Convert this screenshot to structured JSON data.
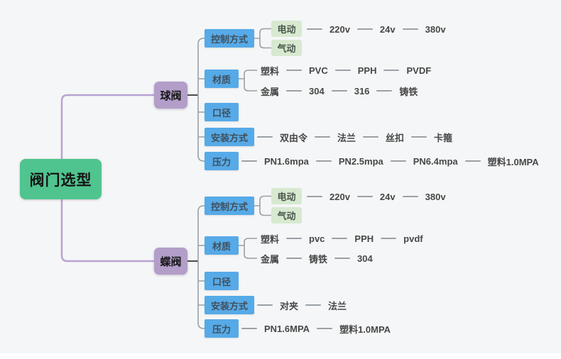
{
  "root": {
    "label": "阀门选型"
  },
  "colors": {
    "root_green": "#50c48e",
    "branch_purple": "#b29ec9",
    "node_blue": "#56aae8",
    "leaf_green": "#d7e9d0",
    "line_purple": "#b7a3d2",
    "line_gray": "#9aa0a6",
    "background": "#f5f6f7"
  },
  "branches": [
    {
      "label": "球阀",
      "children": [
        {
          "label": "控制方式",
          "groups": [
            {
              "label": "电动",
              "chain": [
                "220v",
                "24v",
                "380v"
              ]
            },
            {
              "label": "气动",
              "chain": []
            }
          ]
        },
        {
          "label": "材质",
          "groups": [
            {
              "label": "塑料",
              "chain": [
                "PVC",
                "PPH",
                "PVDF"
              ]
            },
            {
              "label": "金属",
              "chain": [
                "304",
                "316",
                "铸铁"
              ]
            }
          ]
        },
        {
          "label": "口径"
        },
        {
          "label": "安装方式",
          "chain": [
            "双由令",
            "法兰",
            "丝扣",
            "卡箍"
          ]
        },
        {
          "label": "压力",
          "chain": [
            "PN1.6mpa",
            "PN2.5mpa",
            "PN6.4mpa",
            "塑料1.0MPA"
          ]
        }
      ]
    },
    {
      "label": "蝶阀",
      "children": [
        {
          "label": "控制方式",
          "groups": [
            {
              "label": "电动",
              "chain": [
                "220v",
                "24v",
                "380v"
              ]
            },
            {
              "label": "气动",
              "chain": []
            }
          ]
        },
        {
          "label": "材质",
          "groups": [
            {
              "label": "塑料",
              "chain": [
                "pvc",
                "PPH",
                "pvdf"
              ]
            },
            {
              "label": "金属",
              "chain": [
                "铸铁",
                "304"
              ]
            }
          ]
        },
        {
          "label": "口径"
        },
        {
          "label": "安装方式",
          "chain": [
            "对夹",
            "法兰"
          ]
        },
        {
          "label": "压力",
          "chain": [
            "PN1.6MPA",
            "塑料1.0MPA"
          ]
        }
      ]
    }
  ]
}
